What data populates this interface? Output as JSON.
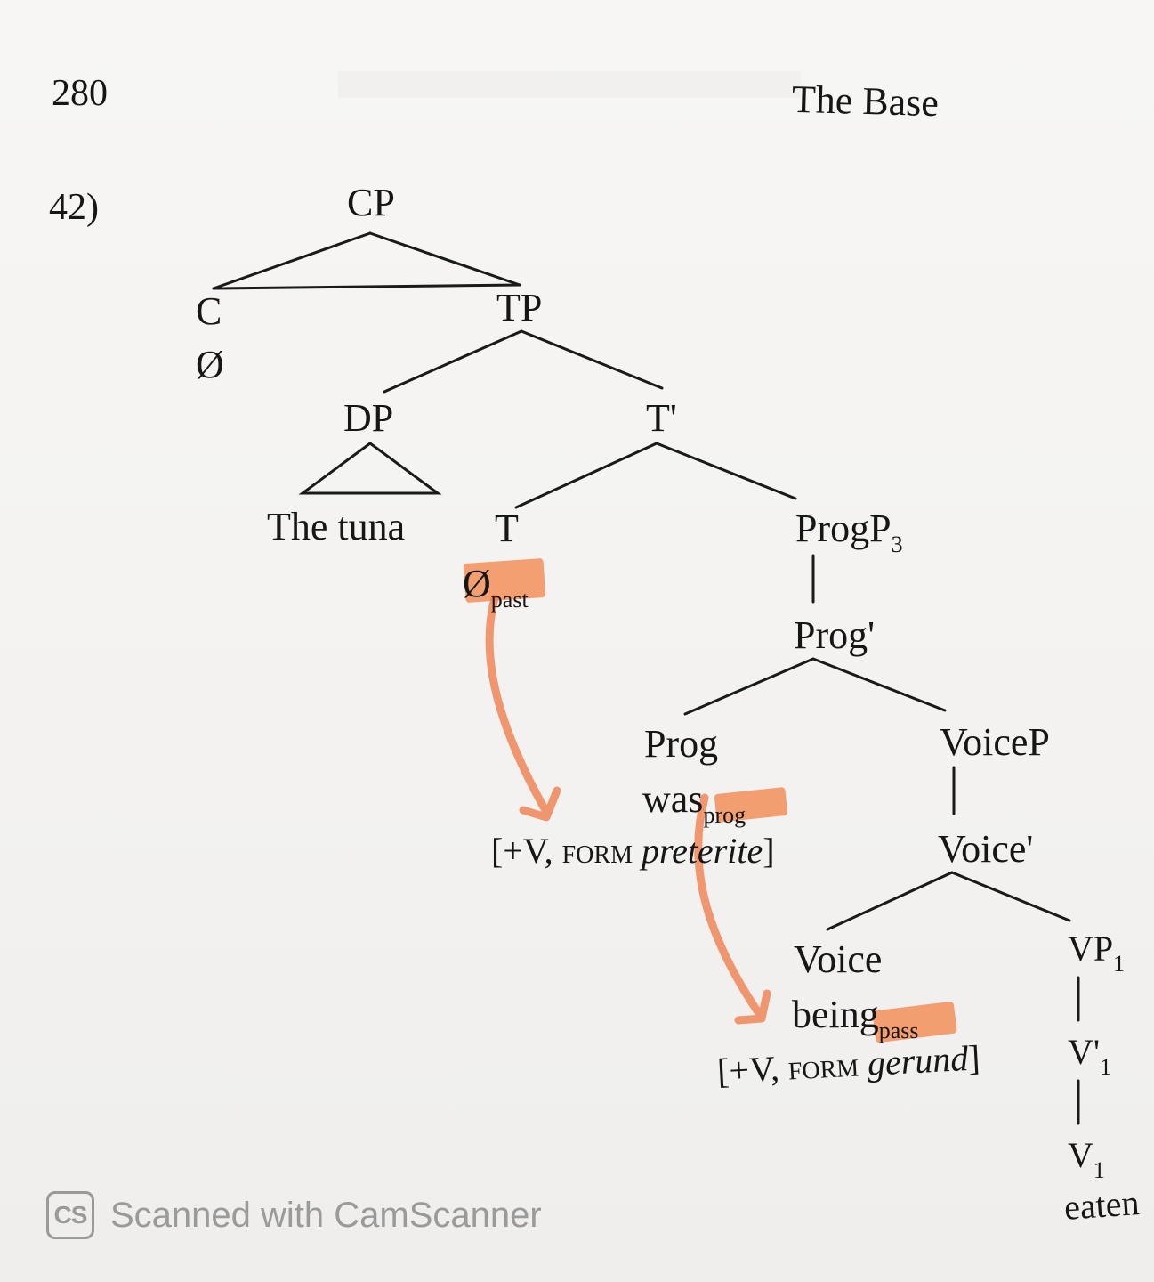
{
  "header": {
    "page_number": "280",
    "running_title": "The Base"
  },
  "example_label": "42)",
  "tree": {
    "cp": "CP",
    "c": "C",
    "c_null": "Ø",
    "tp": "TP",
    "dp": "DP",
    "dp_words": "The tuna",
    "t_bar": "T'",
    "t": "T",
    "t_null": "Ø",
    "t_null_sub": "past",
    "progp_base": "ProgP",
    "progp_sub": "3",
    "prog_bar": "Prog'",
    "prog": "Prog",
    "prog_word": "was",
    "prog_word_sub": "prog",
    "prog_feat_open": "[+V, ",
    "prog_feat_form": "form",
    "prog_feat_value": "preterite",
    "prog_feat_close": "]",
    "voicep": "VoiceP",
    "voice_bar": "Voice'",
    "voice": "Voice",
    "voice_word": "being",
    "voice_word_sub": "pass",
    "voice_feat_open": "[+V, ",
    "voice_feat_form": "form",
    "voice_feat_value": "gerund",
    "voice_feat_close": "]",
    "vp1_base": "VP",
    "vp1_sub": "1",
    "v1bar_base": "V'",
    "v1bar_sub": "1",
    "v1_base": "V",
    "v1_sub": "1",
    "v1_word": "eaten"
  },
  "annotation": {
    "highlighter_color": "#f2864d",
    "arrow_color": "#f08a5d"
  },
  "watermark": {
    "logo_text": "CS",
    "text": "Scanned with CamScanner"
  }
}
